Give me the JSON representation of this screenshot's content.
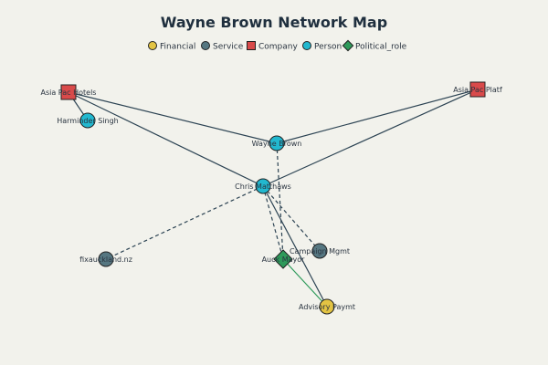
{
  "title": "Wayne Brown Network Map",
  "legend": [
    {
      "key": "financial",
      "label": "Financial",
      "shape": "circle",
      "color": "#e3c443"
    },
    {
      "key": "service",
      "label": "Service",
      "shape": "circle",
      "color": "#567781"
    },
    {
      "key": "company",
      "label": "Company",
      "shape": "square",
      "color": "#d94a4a"
    },
    {
      "key": "person",
      "label": "Person",
      "shape": "circle",
      "color": "#22b8cf"
    },
    {
      "key": "political",
      "label": "Political_role",
      "shape": "diamond",
      "color": "#2e9a5a"
    }
  ],
  "nodes": [
    {
      "id": "asia_hotels",
      "label": "Asia Pac Hotels",
      "type": "company"
    },
    {
      "id": "asia_platf",
      "label": "Asia Pac Platf",
      "type": "company"
    },
    {
      "id": "harminder",
      "label": "Harminder Singh",
      "type": "person"
    },
    {
      "id": "wayne",
      "label": "Wayne Brown",
      "type": "person"
    },
    {
      "id": "chris",
      "label": "Chris Matthaws",
      "type": "person"
    },
    {
      "id": "fix",
      "label": "fixauckland.nz",
      "type": "service"
    },
    {
      "id": "campaign",
      "label": "Campaign Mgmt",
      "type": "service"
    },
    {
      "id": "mayor",
      "label": "Auck Mayor",
      "type": "political"
    },
    {
      "id": "advisory",
      "label": "Advisory Paymt",
      "type": "financial"
    }
  ],
  "edges": [
    {
      "from": "asia_hotels",
      "to": "harminder",
      "style": "solid",
      "color": "#2c4353"
    },
    {
      "from": "asia_hotels",
      "to": "wayne",
      "style": "solid",
      "color": "#2c4353"
    },
    {
      "from": "asia_hotels",
      "to": "chris",
      "style": "solid",
      "color": "#2c4353"
    },
    {
      "from": "asia_platf",
      "to": "wayne",
      "style": "solid",
      "color": "#2c4353"
    },
    {
      "from": "asia_platf",
      "to": "chris",
      "style": "solid",
      "color": "#2c4353"
    },
    {
      "from": "chris",
      "to": "advisory",
      "style": "solid",
      "color": "#2c4353"
    },
    {
      "from": "chris",
      "to": "fix",
      "style": "dashed",
      "color": "#2c4353"
    },
    {
      "from": "chris",
      "to": "campaign",
      "style": "dashed",
      "color": "#2c4353"
    },
    {
      "from": "chris",
      "to": "mayor",
      "style": "dashed",
      "color": "#2c4353"
    },
    {
      "from": "wayne",
      "to": "mayor",
      "style": "dashed",
      "color": "#2c4353"
    },
    {
      "from": "mayor",
      "to": "advisory",
      "style": "solid",
      "color": "#2e9a5a"
    }
  ]
}
